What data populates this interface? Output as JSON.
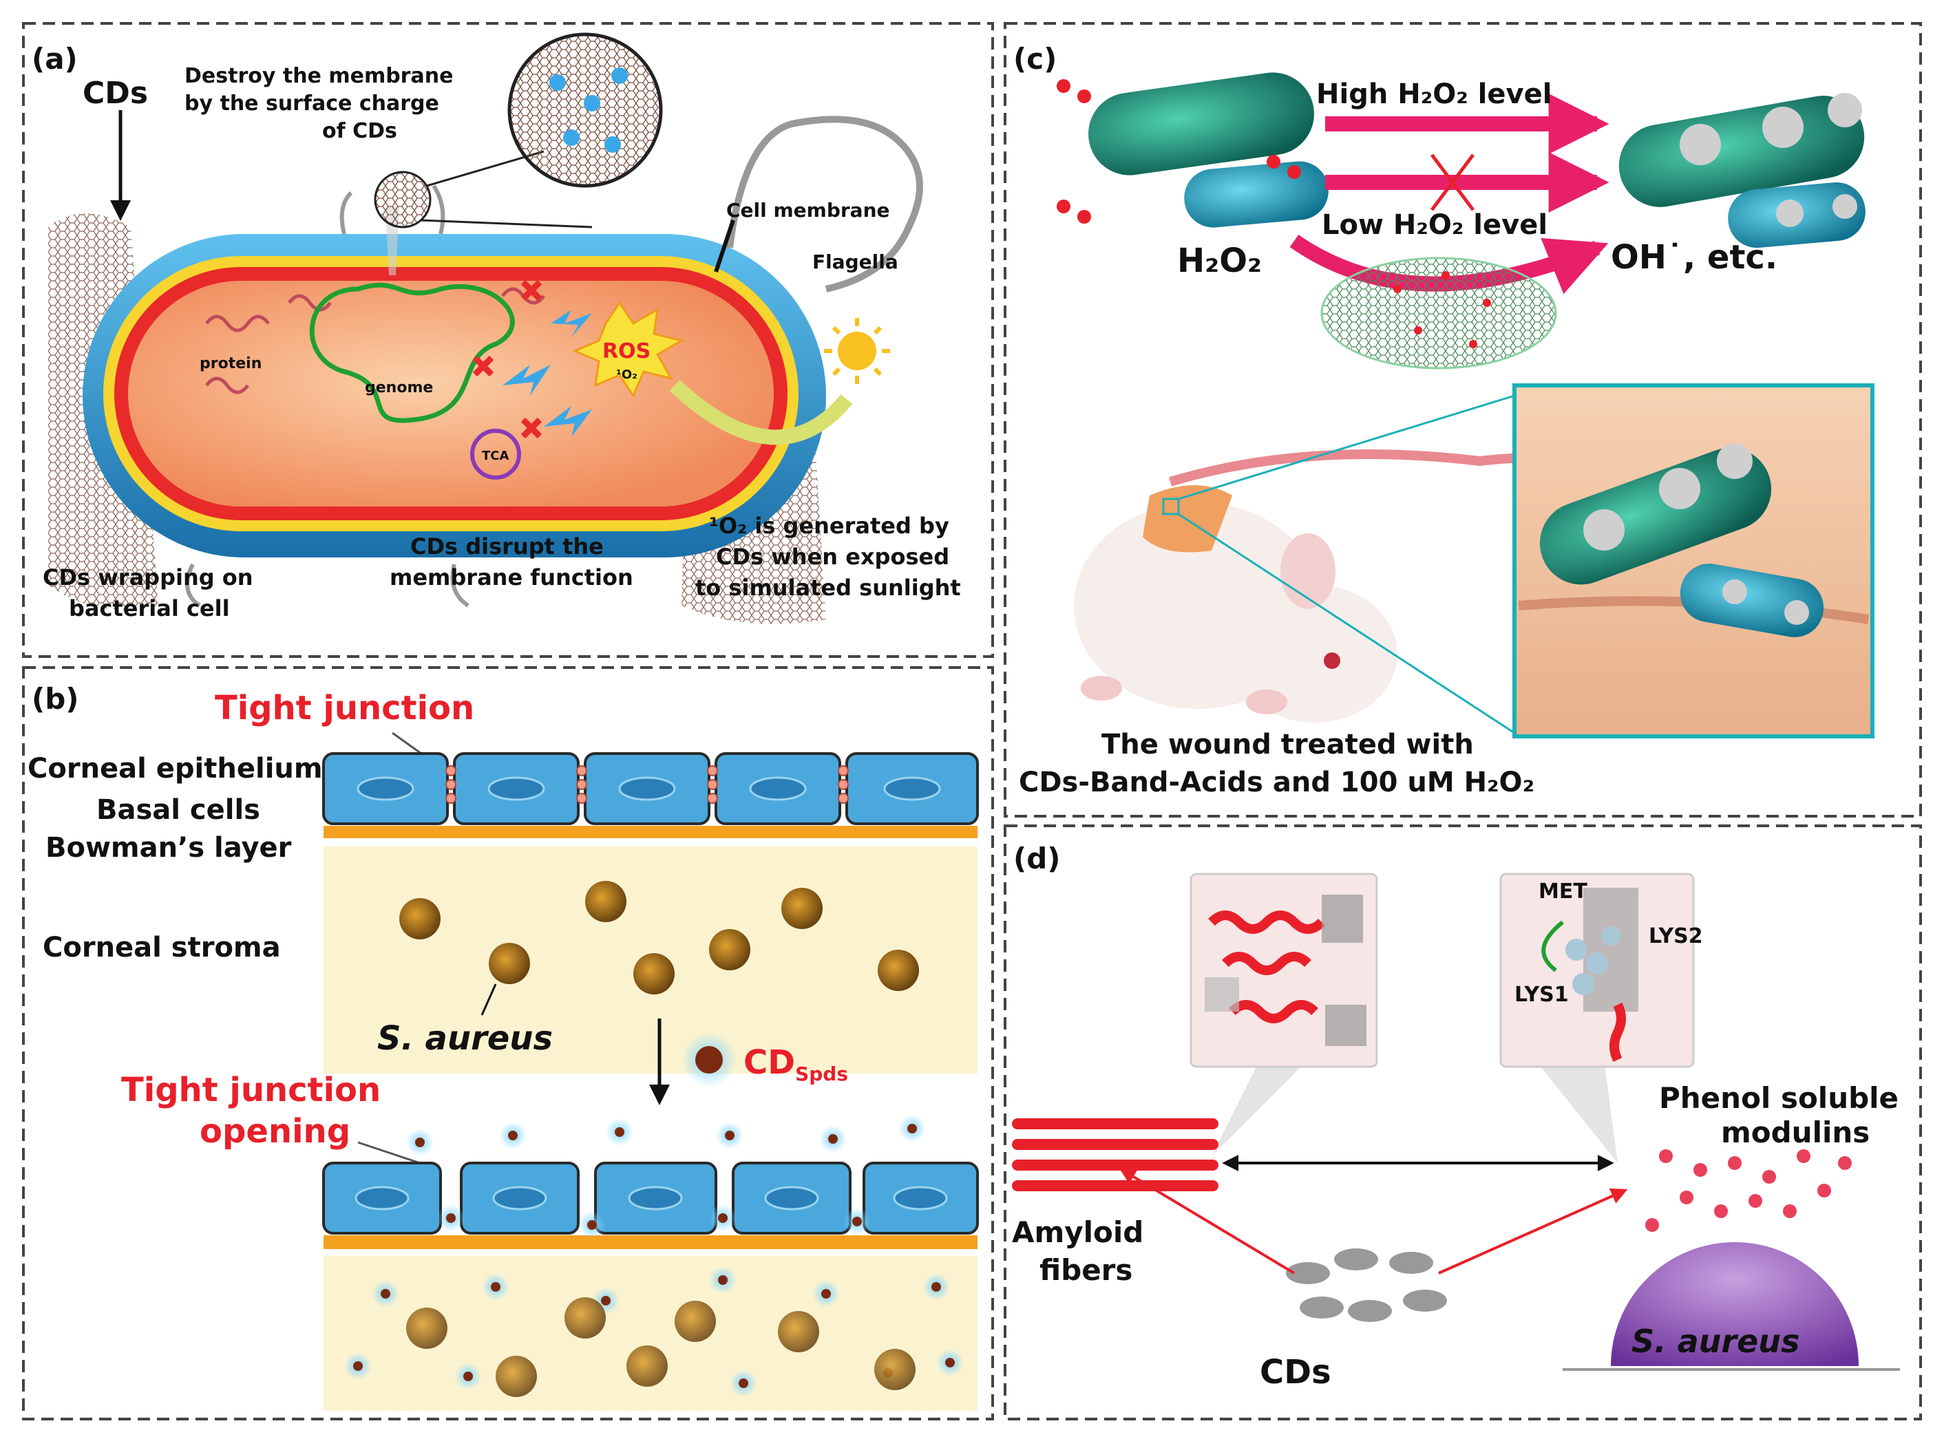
{
  "panels": {
    "a": {
      "label": "(a)",
      "cds": "CDs",
      "destroy_line1": "Destroy the membrane",
      "destroy_line2": "by the surface charge",
      "destroy_line3": "of CDs",
      "cell_membrane": "Cell membrane",
      "flagella": "Flagella",
      "protein": "protein",
      "genome": "genome",
      "ros": "ROS",
      "singlet_o2": "¹O₂",
      "tca": "TCA",
      "wrap_line1": "CDs wrapping on",
      "wrap_line2": "bacterial cell",
      "disrupt_line1": "CDs disrupt the",
      "disrupt_line2": "membrane function",
      "o2_line1": "¹O₂ is generated by",
      "o2_line2": "CDs when exposed",
      "o2_line3": "to simulated sunlight"
    },
    "b": {
      "label": "(b)",
      "tight_junction": "Tight junction",
      "corneal_epithelium": "Corneal epithelium",
      "basal_cells": "Basal cells",
      "bowmans_layer": "Bowman’s layer",
      "corneal_stroma": "Corneal stroma",
      "s_aureus": "S. aureus",
      "cd_main": "CD",
      "cd_sub": "Spds",
      "opening_line1": "Tight junction",
      "opening_line2": "opening"
    },
    "c": {
      "label": "(c)",
      "high_h2o2": "High H₂O₂ level",
      "low_h2o2": "Low H₂O₂ level",
      "h2o2": "H₂O₂",
      "oh_etc": "OH˙, etc.",
      "wound_line1": "The wound treated with",
      "wound_line2": "CDs-Band-Acids and 100 uM H₂O₂"
    },
    "d": {
      "label": "(d)",
      "met": "MET",
      "lys2": "LYS2",
      "lys1": "LYS1",
      "psm_line1": "Phenol soluble",
      "psm_line2": "modulins",
      "amyloid_line1": "Amyloid",
      "amyloid_line2": "fibers",
      "cds": "CDs",
      "s_aureus": "S. aureus"
    }
  },
  "colors": {
    "label_red": "#e8202a",
    "membrane_blue": "#2a8fc8",
    "cytoplasm_orange": "#f2a070",
    "arrow_pink": "#e8206a",
    "stroma_cream": "#fbf3d0",
    "cell_blue": "#4aa8dc",
    "bacteria_purple": "#8a4bb0"
  }
}
